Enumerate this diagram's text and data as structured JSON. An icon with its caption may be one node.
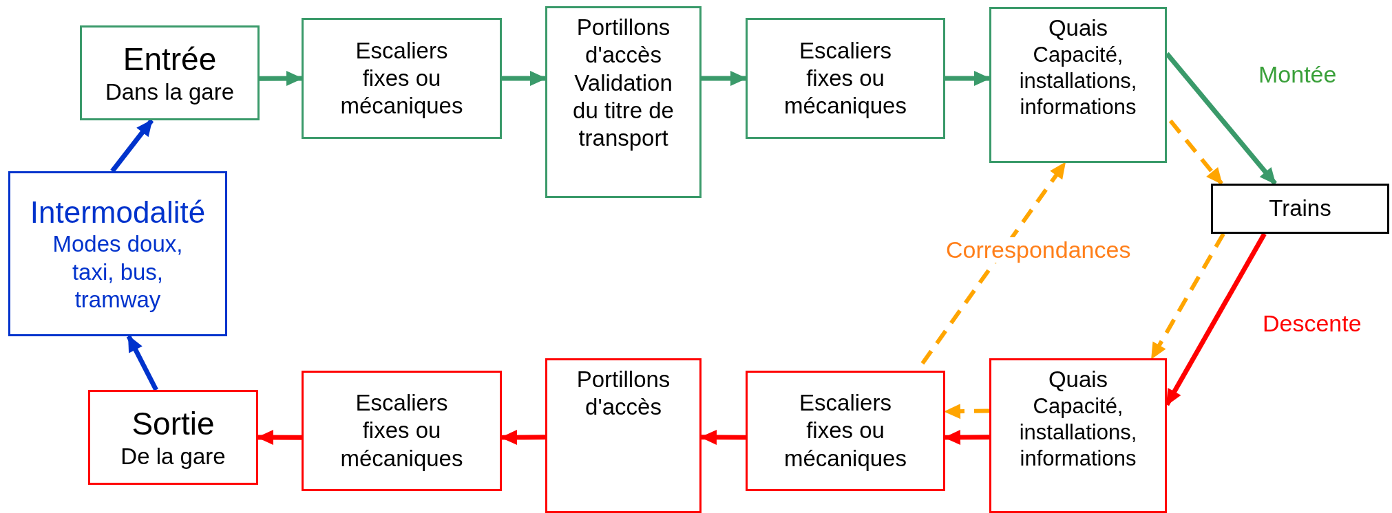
{
  "diagram": {
    "nodes": [
      {
        "text": [
          "Entrée",
          "Dans la gare"
        ]
      },
      {
        "text": [
          "Escaliers fixes ou mécaniques"
        ]
      },
      {
        "text": [
          "Portillons d'accès",
          "Validation du titre de transport"
        ]
      },
      {
        "text": [
          "Escaliers fixes ou mécaniques"
        ]
      },
      {
        "text": [
          "Quais",
          "Capacité, installations, informations"
        ]
      },
      {
        "text": [
          "Intermodalité",
          "Modes doux, taxi, bus, tramway"
        ]
      },
      {
        "text": [
          "Trains"
        ]
      },
      {
        "text": [
          "Quais",
          "Capacité, installations, informations"
        ]
      },
      {
        "text": [
          "Escaliers fixes ou mécaniques"
        ]
      },
      {
        "text": [
          "Portillons d'accès"
        ]
      },
      {
        "text": [
          "Escaliers fixes ou mécaniques"
        ]
      },
      {
        "text": [
          "Sortie",
          "De la gare"
        ]
      }
    ],
    "edges": [
      {
        "from": 0,
        "to": 1,
        "arrow": "to",
        "color": "#3a9a6a"
      },
      {
        "from": 1,
        "to": 2,
        "arrow": "to",
        "color": "#3a9a6a"
      },
      {
        "from": 2,
        "to": 3,
        "arrow": "to",
        "color": "#3a9a6a"
      },
      {
        "from": 3,
        "to": 4,
        "arrow": "to",
        "color": "#3a9a6a"
      },
      {
        "from": 4,
        "to": 6,
        "arrow": "to",
        "label": "Montée",
        "color": "#3a9a6a"
      },
      {
        "from": 4,
        "to": 6,
        "arrow": "to",
        "style": "dashed",
        "color": "#ffa500"
      },
      {
        "from": 6,
        "to": 7,
        "arrow": "to",
        "style": "dashed",
        "color": "#ffa500"
      },
      {
        "from": 6,
        "to": 7,
        "arrow": "to",
        "label": "Descente",
        "color": "#ff0000"
      },
      {
        "from": 7,
        "to": 8,
        "arrow": "to",
        "style": "dashed",
        "color": "#ffa500"
      },
      {
        "from": 7,
        "to": 8,
        "arrow": "to",
        "color": "#ff0000"
      },
      {
        "from": 8,
        "to": 4,
        "arrow": "to",
        "label": "Correspondances",
        "style": "dashed",
        "color": "#ffa500"
      },
      {
        "from": 8,
        "to": 9,
        "arrow": "to",
        "color": "#ff0000"
      },
      {
        "from": 9,
        "to": 10,
        "arrow": "to",
        "color": "#ff0000"
      },
      {
        "from": 10,
        "to": 11,
        "arrow": "to",
        "color": "#ff0000"
      },
      {
        "from": 11,
        "to": 5,
        "arrow": "to",
        "color": "#0033cc"
      },
      {
        "from": 5,
        "to": 0,
        "arrow": "to",
        "color": "#0033cc"
      }
    ]
  }
}
